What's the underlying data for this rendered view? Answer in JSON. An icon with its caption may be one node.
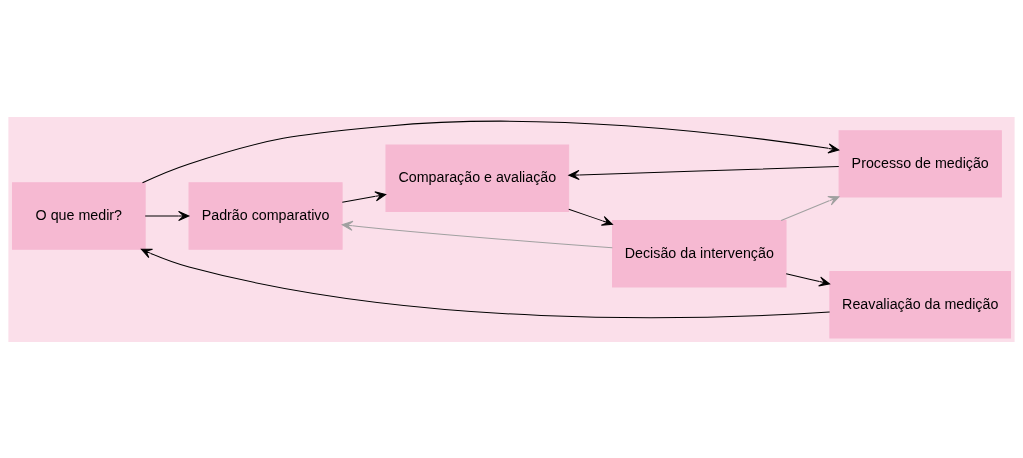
{
  "diagram": {
    "nodes": [
      {
        "text": [
          "O que medir?"
        ]
      },
      {
        "text": [
          "Padrão comparativo"
        ]
      },
      {
        "text": [
          "Processo de medição"
        ]
      },
      {
        "text": [
          "Comparação e avaliação"
        ]
      },
      {
        "text": [
          "Decisão da intervenção"
        ]
      },
      {
        "text": [
          "Reavaliação da medição"
        ]
      }
    ],
    "edges": [
      {
        "from": 0,
        "to": 1,
        "arrow": "to"
      },
      {
        "from": 0,
        "to": 2,
        "arrow": "to"
      },
      {
        "from": 1,
        "to": 3,
        "arrow": "to"
      },
      {
        "from": 2,
        "to": 3,
        "arrow": "to"
      },
      {
        "from": 3,
        "to": 4,
        "arrow": "to"
      },
      {
        "from": 4,
        "to": 1,
        "arrow": "to",
        "color": "#a0a0a0"
      },
      {
        "from": 4,
        "to": 2,
        "arrow": "to",
        "color": "#a0a0a0"
      },
      {
        "from": 4,
        "to": 5,
        "arrow": "to"
      },
      {
        "from": 5,
        "to": 0,
        "arrow": "to"
      }
    ]
  }
}
